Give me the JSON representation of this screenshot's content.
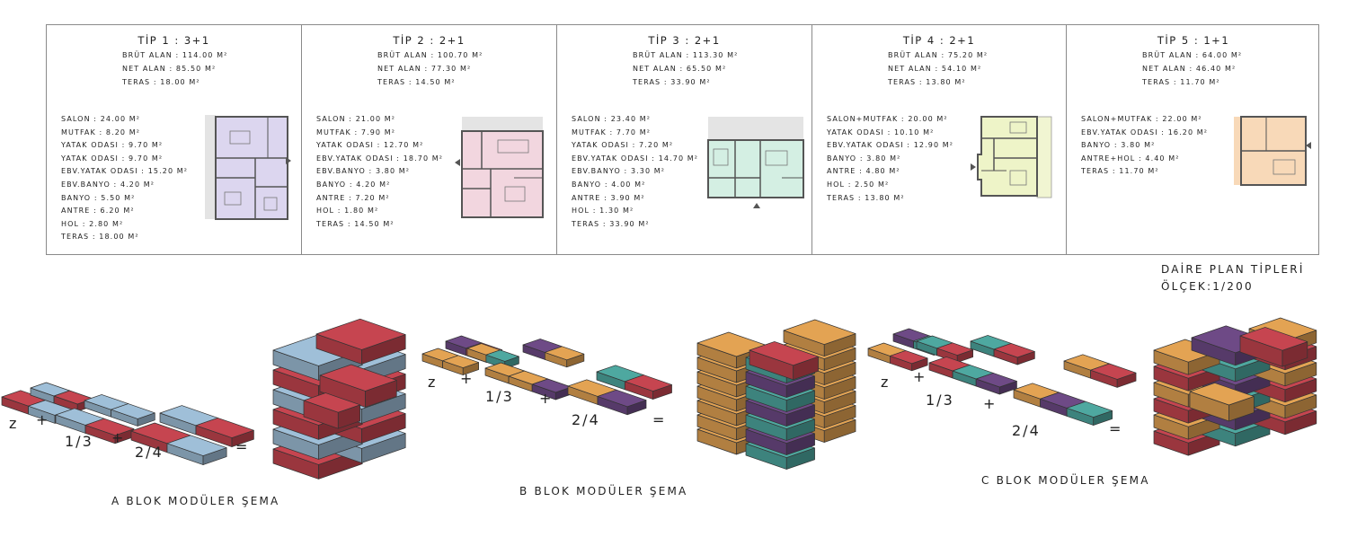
{
  "colors": {
    "red": "#c64550",
    "blue": "#9fbfd8",
    "purple": "#6e4a86",
    "teal": "#4ea8a0",
    "orange": "#e3a353",
    "green_gray": "#8fa89a"
  },
  "types": [
    {
      "title": "TİP 1 : 3+1",
      "summary": [
        "BRÜT ALAN : 114.00 M²",
        "NET ALAN : 85.50 M²",
        "TERAS : 18.00 M²"
      ],
      "rooms": [
        "SALON : 24.00 M²",
        "MUTFAK : 8.20 M²",
        "YATAK ODASI : 9.70 M²",
        "YATAK ODASI : 9.70 M²",
        "EBV.YATAK ODASI : 15.20 M²",
        "EBV.BANYO : 4.20 M²",
        "BANYO : 5.50 M²",
        "ANTRE : 6.20 M²",
        "HOL : 2.80 M²",
        "TERAS : 18.00 M²"
      ],
      "plan_fill": "#dcd6ef"
    },
    {
      "title": "TİP 2 : 2+1",
      "summary": [
        "BRÜT ALAN : 100.70 M²",
        "NET ALAN : 77.30 M²",
        "TERAS : 14.50 M²"
      ],
      "rooms": [
        "SALON : 21.00 M²",
        "MUTFAK : 7.90 M²",
        "YATAK ODASI : 12.70 M²",
        "EBV.YATAK ODASI : 18.70 M²",
        "EBV.BANYO : 3.80 M²",
        "BANYO : 4.20 M²",
        "ANTRE : 7.20 M²",
        "HOL : 1.80 M²",
        "TERAS : 14.50 M²"
      ],
      "plan_fill": "#f2d6df"
    },
    {
      "title": "TİP 3 : 2+1",
      "summary": [
        "BRÜT ALAN : 113.30 M²",
        "NET ALAN : 65.50 M²",
        "TERAS : 33.90 M²"
      ],
      "rooms": [
        "SALON : 23.40 M²",
        "MUTFAK : 7.70 M²",
        "YATAK ODASI : 7.20 M²",
        "EBV.YATAK ODASI : 14.70 M²",
        "EBV.BANYO : 3.30 M²",
        "BANYO : 4.00 M²",
        "ANTRE : 3.90 M²",
        "HOL : 1.30 M²",
        "TERAS : 33.90 M²"
      ],
      "plan_fill": "#d4efe3"
    },
    {
      "title": "TİP 4 : 2+1",
      "summary": [
        "BRÜT ALAN : 75.20 M²",
        "NET ALAN : 54.10 M²",
        "TERAS : 13.80 M²"
      ],
      "rooms": [
        "SALON+MUTFAK : 20.00 M²",
        "YATAK ODASI : 10.10 M²",
        "EBV.YATAK ODASI : 12.90 M²",
        "BANYO : 3.80 M²",
        "ANTRE : 4.80 M²",
        "HOL : 2.50 M²",
        "TERAS : 13.80 M²"
      ],
      "plan_fill": "#eef4c8"
    },
    {
      "title": "TİP 5 : 1+1",
      "summary": [
        "BRÜT ALAN : 64.00 M²",
        "NET ALAN : 46.40 M²",
        "TERAS : 11.70 M²"
      ],
      "rooms": [
        "SALON+MUTFAK : 22.00 M²",
        "EBV.YATAK ODASI : 16.20 M²",
        "BANYO : 3.80 M²",
        "ANTRE+HOL : 4.40 M²",
        "TERAS : 11.70 M²"
      ],
      "plan_fill": "#f8d9b8"
    }
  ],
  "scale_block": {
    "line1": "DAİRE PLAN TİPLERİ",
    "line2": "ÖLÇEK:1/200"
  },
  "blocks": [
    {
      "label": "A BLOK MODÜLER ŞEMA",
      "z": "z",
      "plus1": "+",
      "one_three": "1/3",
      "plus2": "+",
      "two_four": "2/4",
      "equals": "="
    },
    {
      "label": "B BLOK MODÜLER ŞEMA",
      "z": "z",
      "plus1": "+",
      "one_three": "1/3",
      "plus2": "+",
      "two_four": "2/4",
      "equals": "="
    },
    {
      "label": "C BLOK MODÜLER ŞEMA",
      "z": "z",
      "plus1": "+",
      "one_three": "1/3",
      "plus2": "+",
      "two_four": "2/4",
      "equals": "="
    }
  ]
}
